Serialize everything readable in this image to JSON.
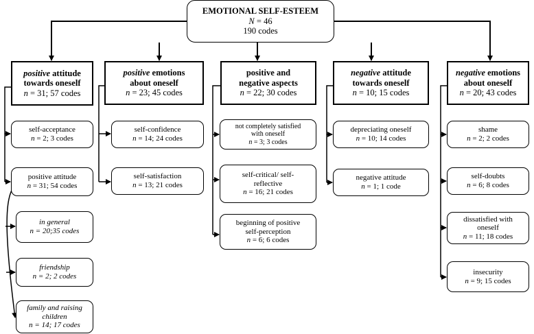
{
  "root": {
    "title": "EMOTIONAL SELF-ESTEEM",
    "n_label": "N",
    "n_value": " = 46",
    "codes": "190 codes"
  },
  "categories": [
    {
      "id": "pos-attitude",
      "line1_em": "positive",
      "line1_rest": " attitude",
      "line2": "towards oneself",
      "n_label": "n",
      "n_value": " = 31; 57 codes"
    },
    {
      "id": "pos-emotions",
      "line1_em": "positive",
      "line1_rest": " emotions",
      "line2": "about oneself",
      "n_label": "n",
      "n_value": " = 23; 45 codes"
    },
    {
      "id": "pos-neg",
      "line1_em": "",
      "line1_rest": "positive and",
      "line2": "negative aspects",
      "n_label": "n",
      "n_value": " = 22; 30 codes"
    },
    {
      "id": "neg-attitude",
      "line1_em": "negative",
      "line1_rest": " attitude",
      "line2": "towards oneself",
      "n_label": "n",
      "n_value": " = 10; 15 codes"
    },
    {
      "id": "neg-emotions",
      "line1_em": "negative",
      "line1_rest": " emotions",
      "line2": "about oneself",
      "n_label": "n",
      "n_value": " = 20; 43 codes"
    }
  ],
  "subcategories": [
    {
      "id": "self-acceptance",
      "lines": [
        "self-acceptance"
      ],
      "n_label": "n",
      "n_value": " = 2; 3 codes"
    },
    {
      "id": "positive-attitude",
      "lines": [
        "positive attitude"
      ],
      "n_label": "n",
      "n_value": " = 31; 54 codes"
    },
    {
      "id": "self-confidence",
      "lines": [
        "self-confidence"
      ],
      "n_label": "n",
      "n_value": " = 14; 24 codes"
    },
    {
      "id": "self-satisfaction",
      "lines": [
        "self-satisfaction"
      ],
      "n_label": "n",
      "n_value": " = 13; 21 codes"
    },
    {
      "id": "not-satisfied",
      "lines": [
        "not completely satisfied",
        "with oneself"
      ],
      "n_label": "n",
      "n_value": " = 3; 3 codes"
    },
    {
      "id": "self-critical",
      "lines": [
        "self-critical/ self-",
        "reflective"
      ],
      "n_label": "n",
      "n_value": " = 16; 21 codes"
    },
    {
      "id": "beginning-positive",
      "lines": [
        "beginning of positive",
        "self-perception"
      ],
      "n_label": "n",
      "n_value": " = 6; 6 codes"
    },
    {
      "id": "depreciating",
      "lines": [
        "depreciating oneself"
      ],
      "n_label": "n",
      "n_value": " = 10; 14 codes"
    },
    {
      "id": "negative-attitude",
      "lines": [
        "negative attitude"
      ],
      "n_label": "n",
      "n_value": " = 1; 1 code"
    },
    {
      "id": "shame",
      "lines": [
        "shame"
      ],
      "n_label": "n",
      "n_value": " = 2; 2 codes"
    },
    {
      "id": "self-doubts",
      "lines": [
        "self-doubts"
      ],
      "n_label": "n",
      "n_value": " = 6; 8 codes"
    },
    {
      "id": "dissatisfied",
      "lines": [
        "dissatisfied with",
        "oneself"
      ],
      "n_label": "n",
      "n_value": " = 11; 18 codes"
    },
    {
      "id": "insecurity",
      "lines": [
        "insecurity"
      ],
      "n_label": "n",
      "n_value": " = 9; 15 codes"
    }
  ],
  "subsubcategories": [
    {
      "id": "in-general",
      "lines": [
        "in general",
        "n = 20;35 codes"
      ]
    },
    {
      "id": "friendship",
      "lines": [
        "friendship",
        "n = 2; 2 codes"
      ]
    },
    {
      "id": "family",
      "lines": [
        "family and raising",
        "children",
        "n = 14; 17 codes"
      ]
    }
  ]
}
